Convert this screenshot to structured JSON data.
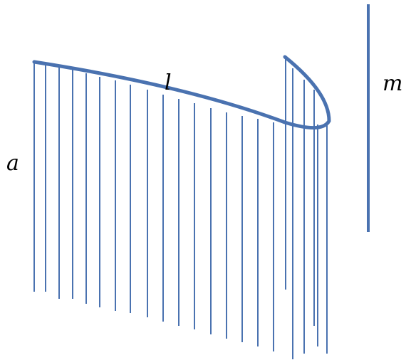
{
  "diagram": {
    "colors": {
      "stroke": "#4a72b0",
      "label": "#000000"
    },
    "labels": {
      "curve": "l",
      "generator": "a",
      "axis": "m"
    }
  }
}
